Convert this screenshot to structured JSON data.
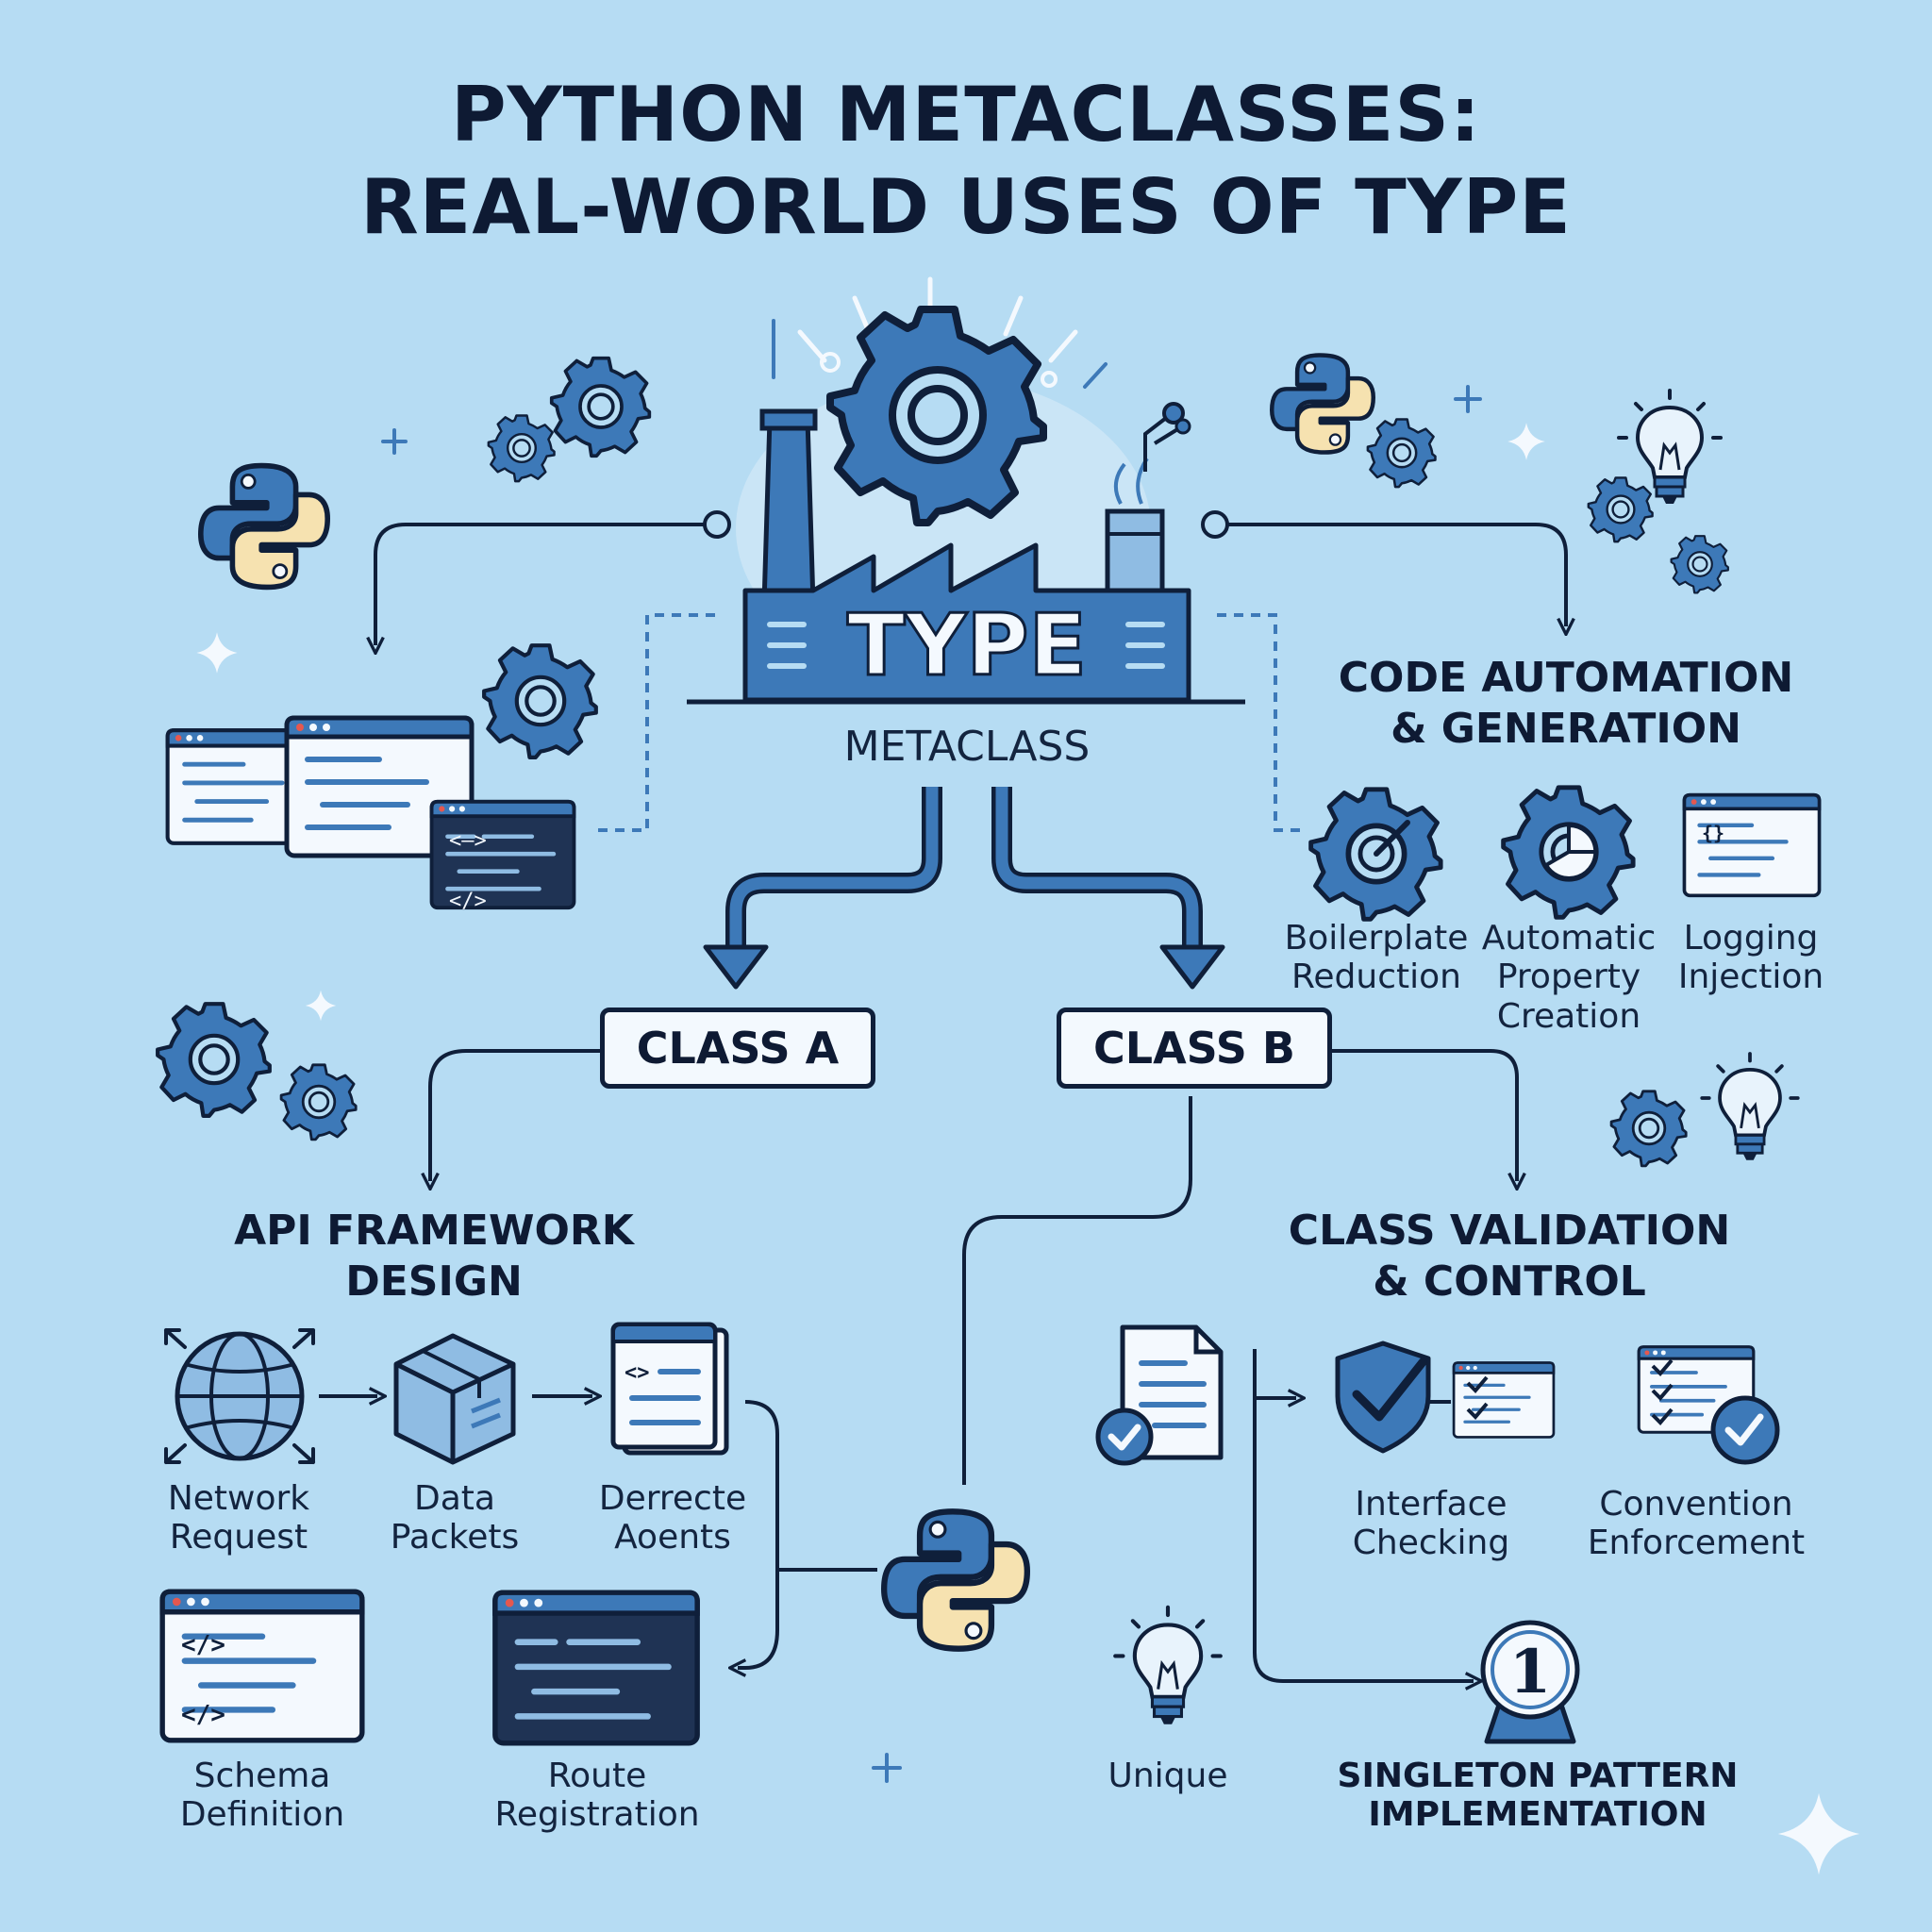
{
  "title": {
    "line1": "PYTHON METACLASSES:",
    "line2": "REAL-WORLD USES OF TYPE"
  },
  "center": {
    "factory_label": "TYPE",
    "subtitle": "METACLASS"
  },
  "classes": {
    "a": "CLASS A",
    "b": "CLASS B"
  },
  "sections": {
    "automation": {
      "heading_line1": "CODE AUTOMATION",
      "heading_line2": "& GENERATION",
      "items": [
        {
          "line1": "Boilerplate",
          "line2": "Reduction",
          "line3": "",
          "icon": "gear-target-icon"
        },
        {
          "line1": "Automatic",
          "line2": "Property",
          "line3": "Creation",
          "icon": "gear-chart-icon"
        },
        {
          "line1": "Logging",
          "line2": "Injection",
          "line3": "",
          "icon": "log-window-icon"
        }
      ]
    },
    "api": {
      "heading_line1": "API FRAMEWORK",
      "heading_line2": "DESIGN",
      "items": [
        {
          "line1": "Network",
          "line2": "Request",
          "icon": "globe-icon"
        },
        {
          "line1": "Data",
          "line2": "Packets",
          "icon": "package-icon"
        },
        {
          "line1": "Derrecte",
          "line2": "Aoents",
          "icon": "code-document-icon"
        },
        {
          "line1": "Schema",
          "line2": "Definition",
          "icon": "code-window-icon"
        },
        {
          "line1": "Route",
          "line2": "Registration",
          "icon": "terminal-window-icon"
        }
      ]
    },
    "validation": {
      "heading_line1": "CLASS VALIDATION",
      "heading_line2": "& CONTROL",
      "items": [
        {
          "line1": "Interface",
          "line2": "Checking",
          "icon": "shield-check-icon"
        },
        {
          "line1": "Convention",
          "line2": "Enforcement",
          "icon": "checklist-icon"
        },
        {
          "line1": "Unique",
          "line2": "",
          "icon": "lightbulb-icon"
        },
        {
          "line1": "SINGLETON PATTERN",
          "line2": "IMPLEMENTATION",
          "icon": "number-one-badge-icon"
        }
      ]
    }
  },
  "colors": {
    "background": "#b6dcf3",
    "primary_blue": "#3d79b8",
    "light_blue": "#8fbce3",
    "navy": "#0f1f3a",
    "python_yellow": "#f6e2b0",
    "panel_white": "#f4f9fe"
  }
}
